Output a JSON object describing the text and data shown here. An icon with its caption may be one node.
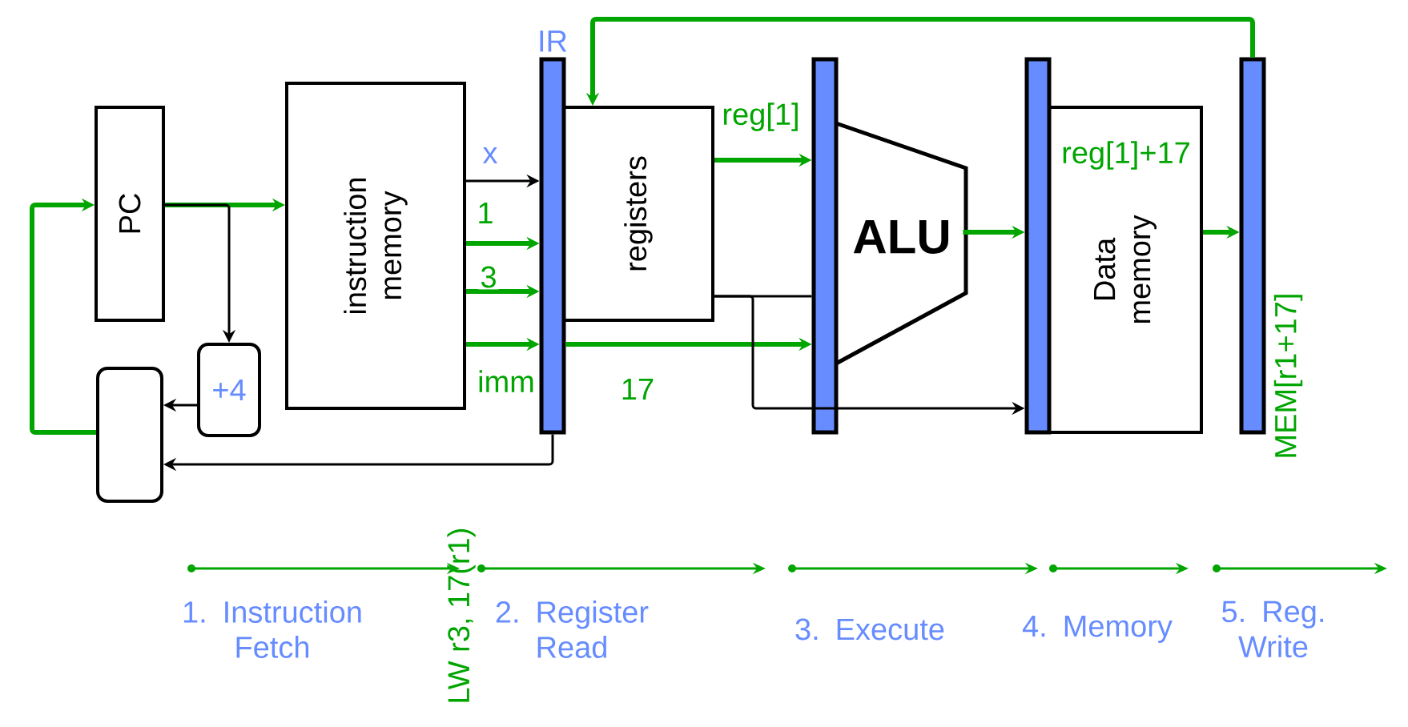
{
  "diagram": {
    "nodes": [
      {
        "text": [
          "PC"
        ]
      },
      {
        "text": [
          "instruction memory"
        ]
      },
      {
        "text": [
          "+4"
        ]
      },
      {
        "text": [],
        "shape": "box"
      },
      {
        "text": [
          "IR"
        ]
      },
      {
        "text": [
          "registers"
        ]
      },
      {
        "text": [],
        "shape": "bar"
      },
      {
        "text": [
          "ALU"
        ]
      },
      {
        "text": [],
        "shape": "bar"
      },
      {
        "text": [
          "Data memory"
        ]
      },
      {
        "text": [],
        "shape": "bar",
        "beside": [
          "MEM[r1+17]"
        ]
      }
    ],
    "edges": [
      {
        "from": 0,
        "to": 1,
        "arrow": "to"
      },
      {
        "from": 0,
        "to": 2,
        "arrow": "to",
        "color": "#000000"
      },
      {
        "from": 2,
        "to": 3,
        "arrow": "to",
        "color": "#000000"
      },
      {
        "from": 3,
        "to": 0,
        "arrow": "to"
      },
      {
        "from": 4,
        "to": 3,
        "arrow": "to",
        "color": "#000000"
      },
      {
        "from": 1,
        "to": 4,
        "arrow": "to",
        "label": "x",
        "color": "#000000"
      },
      {
        "from": 1,
        "to": 4,
        "arrow": "to",
        "label": "1"
      },
      {
        "from": 1,
        "to": 4,
        "arrow": "to",
        "label": "3"
      },
      {
        "from": 1,
        "to": 4,
        "arrow": "to",
        "label": "imm"
      },
      {
        "from": 4,
        "to": 6,
        "arrow": "to",
        "label": "17"
      },
      {
        "from": 5,
        "to": 6,
        "arrow": "to",
        "label": "reg[1]"
      },
      {
        "from": 5,
        "to": 6,
        "arrow": "none",
        "color": "#000000"
      },
      {
        "from": 5,
        "to": 8,
        "arrow": "to",
        "color": "#000000"
      },
      {
        "from": 7,
        "to": 8,
        "arrow": "to",
        "label": "reg[1]+17"
      },
      {
        "from": 9,
        "to": 10,
        "arrow": "to"
      },
      {
        "from": 10,
        "to": 5,
        "arrow": "to"
      }
    ],
    "labels": [
      "LW r3, 17(r1)",
      "1. Instruction Fetch",
      "2. Register Read",
      "3. Execute",
      "4. Memory",
      "5. Reg. Write"
    ]
  }
}
